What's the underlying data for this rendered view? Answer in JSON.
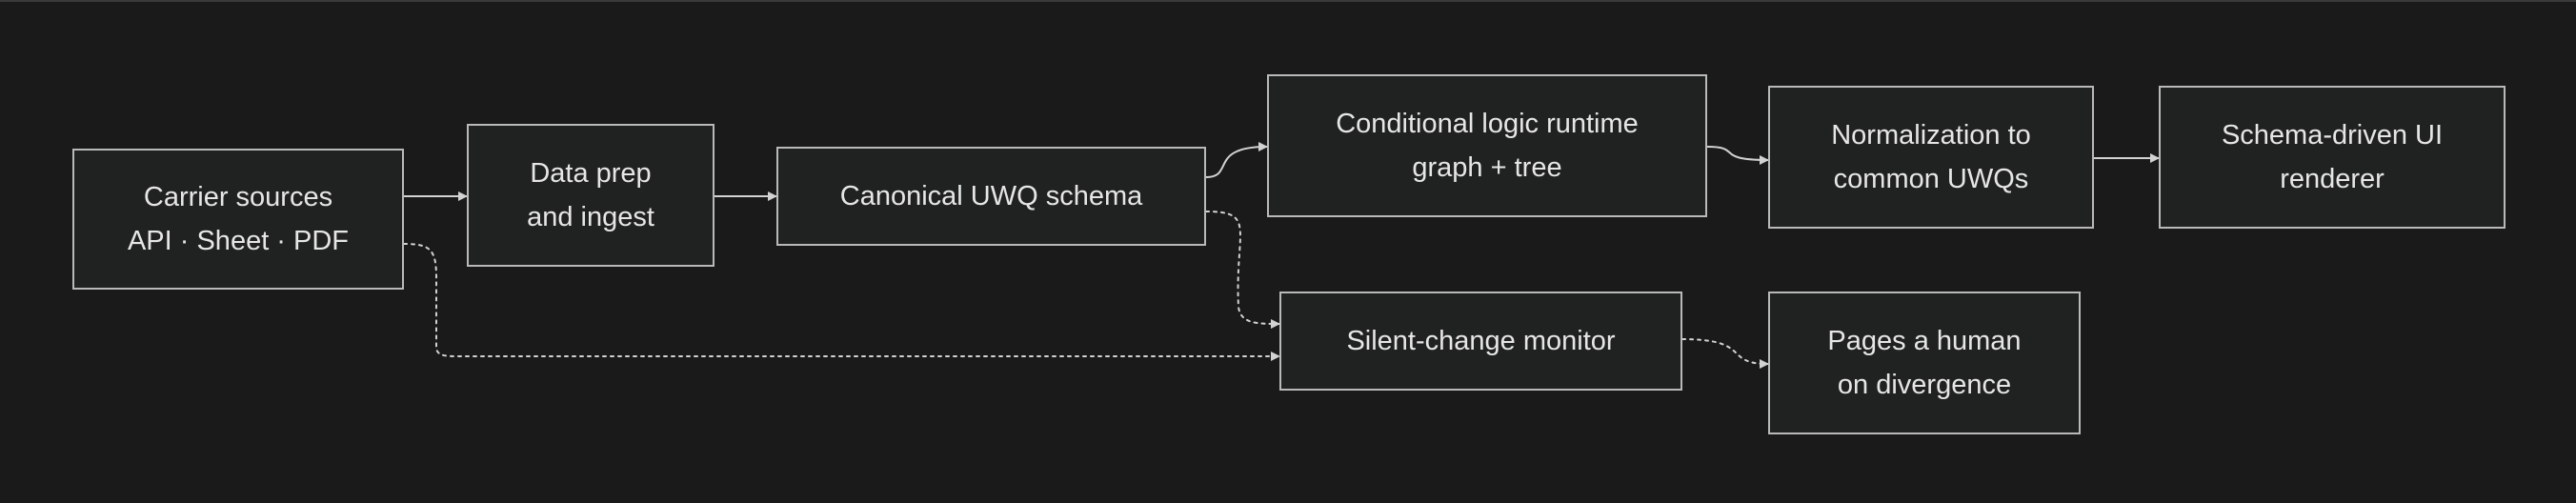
{
  "diagram": {
    "nodes": {
      "carrier_sources": {
        "label": "Carrier sources\nAPI · Sheet · PDF"
      },
      "data_prep": {
        "label": "Data prep\nand ingest"
      },
      "canonical_schema": {
        "label": "Canonical UWQ schema"
      },
      "conditional_logic": {
        "label": "Conditional logic runtime\ngraph + tree"
      },
      "normalization": {
        "label": "Normalization to\ncommon UWQs"
      },
      "ui_renderer": {
        "label": "Schema-driven UI\nrenderer"
      },
      "silent_monitor": {
        "label": "Silent-change monitor"
      },
      "pages_human": {
        "label": "Pages a human\non divergence"
      }
    },
    "edges": [
      {
        "from": "carrier_sources",
        "to": "data_prep",
        "style": "solid"
      },
      {
        "from": "data_prep",
        "to": "canonical_schema",
        "style": "solid"
      },
      {
        "from": "canonical_schema",
        "to": "conditional_logic",
        "style": "solid"
      },
      {
        "from": "conditional_logic",
        "to": "normalization",
        "style": "solid"
      },
      {
        "from": "normalization",
        "to": "ui_renderer",
        "style": "solid"
      },
      {
        "from": "canonical_schema",
        "to": "silent_monitor",
        "style": "dotted"
      },
      {
        "from": "carrier_sources",
        "to": "silent_monitor",
        "style": "dotted"
      },
      {
        "from": "silent_monitor",
        "to": "pages_human",
        "style": "dotted"
      }
    ]
  },
  "colors": {
    "background": "#1a1a1a",
    "node_fill": "#202221",
    "node_border": "#b9b9b9",
    "text": "#e6e6e6",
    "edge": "#d2d2d2"
  }
}
